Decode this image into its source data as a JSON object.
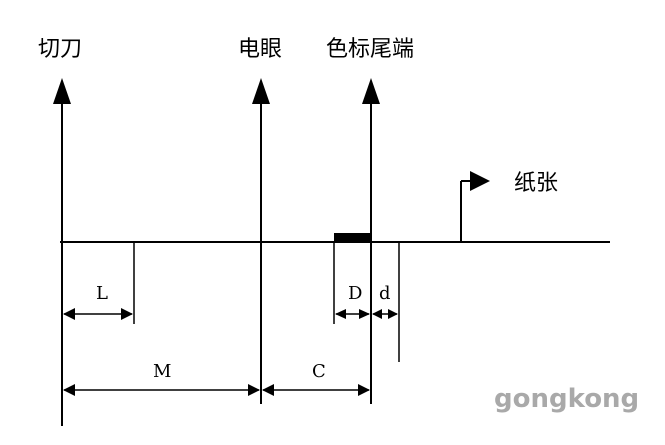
{
  "labels": {
    "cutter": "切刀",
    "photo_eye": "电眼",
    "mark_tail_end": "色标尾端",
    "paper": "纸张"
  },
  "dimensions": {
    "L": "L",
    "M": "M",
    "C": "C",
    "D": "D",
    "d": "d"
  },
  "watermark": "gongkong",
  "colors": {
    "line": "#000000",
    "watermark": "#a9a9a9"
  }
}
